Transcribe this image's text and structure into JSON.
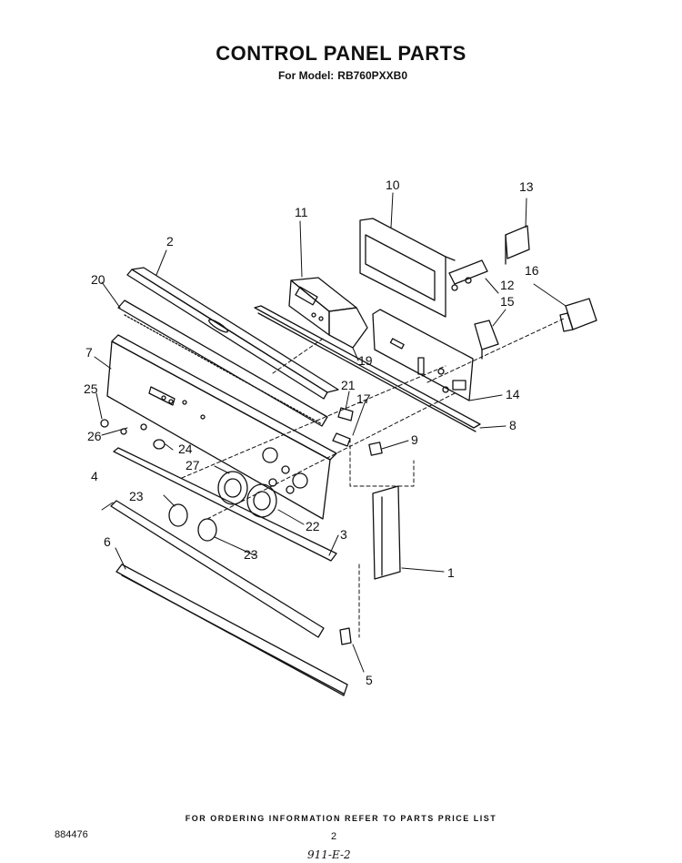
{
  "header": {
    "title": "CONTROL PANEL PARTS",
    "model_label": "For Model:",
    "model": "RB760PXXB0"
  },
  "callouts": [
    "1",
    "2",
    "3",
    "4",
    "5",
    "6",
    "7",
    "8",
    "9",
    "10",
    "11",
    "12",
    "13",
    "14",
    "15",
    "16",
    "17",
    "19",
    "20",
    "21",
    "22",
    "23",
    "23",
    "24",
    "25",
    "26",
    "27"
  ],
  "footer": {
    "note": "FOR ORDERING INFORMATION REFER TO PARTS PRICE LIST",
    "doc_number": "884476",
    "page": "2",
    "handwritten": "911-E-2"
  }
}
